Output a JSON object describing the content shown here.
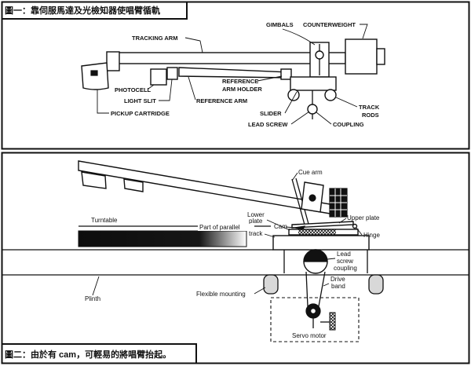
{
  "figure_1": {
    "caption": "圖一：靠伺服馬達及光檢知器使唱臂循軌",
    "labels": {
      "tracking_arm": "TRACKING ARM",
      "gimbals": "GIMBALS",
      "counterweight": "COUNTERWEIGHT",
      "photocell": "PHOTOCELL",
      "light_slit": "LIGHT SLIT",
      "reference_arm_holder": [
        "REFERENCE",
        "ARM HOLDER"
      ],
      "reference_arm": "REFERENCE ARM",
      "pickup_cartridge": "PICKUP CARTRIDGE",
      "slider": "SLIDER",
      "lead_screw": "LEAD SCREW",
      "coupling": "COUPLING",
      "track_rods": [
        "TRACK",
        "RODS"
      ]
    }
  },
  "figure_2": {
    "caption": "圖二：由於有 cam，可輕易的將唱臂抬起。",
    "labels": {
      "cue_arm": "Cue arm",
      "lower_plate": [
        "Lower",
        "plate"
      ],
      "cam": "Cam",
      "upper_plate": "Upper plate",
      "hinge": "Hinge",
      "turntable": "Turntable",
      "parallel_track": [
        "Part of parallel",
        "track"
      ],
      "lead_screw_coupling": [
        "Lead",
        "screw",
        "coupling"
      ],
      "drive_band": [
        "Drive",
        "band"
      ],
      "flexible_mounting": "Flexible mounting",
      "plinth": "Plinth",
      "servo_motor": "Servo motor"
    }
  }
}
